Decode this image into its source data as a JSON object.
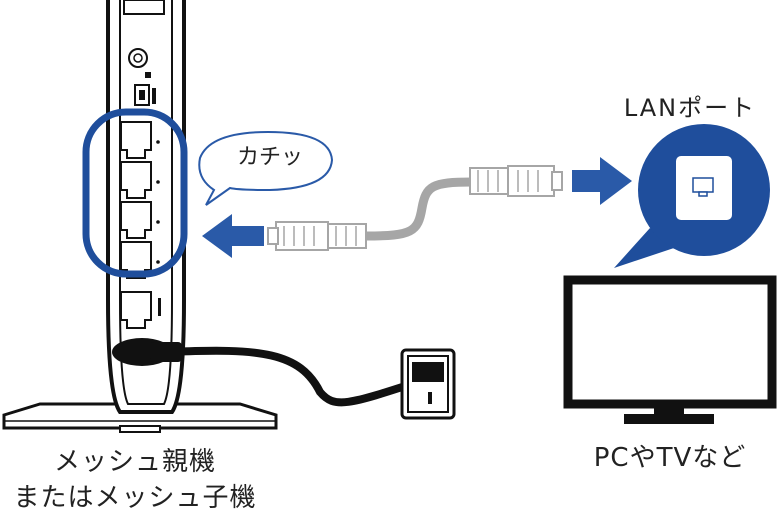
{
  "labels": {
    "click_sound": "カチッ",
    "lan_port": "LANポート",
    "router_line1": "メッシュ親機",
    "router_line2": "またはメッシュ子機",
    "pc_tv": "PCやTVなど"
  },
  "colors": {
    "accent_blue": "#1f4e9c",
    "arrow_blue": "#2a5aa8",
    "cable_gray": "#a6a6a6",
    "outline_black": "#111111"
  },
  "icons": {
    "router": "router-icon",
    "lan_port": "lan-port-icon",
    "monitor": "monitor-icon",
    "power_outlet": "power-outlet-icon",
    "ethernet_plug": "ethernet-plug-icon"
  }
}
